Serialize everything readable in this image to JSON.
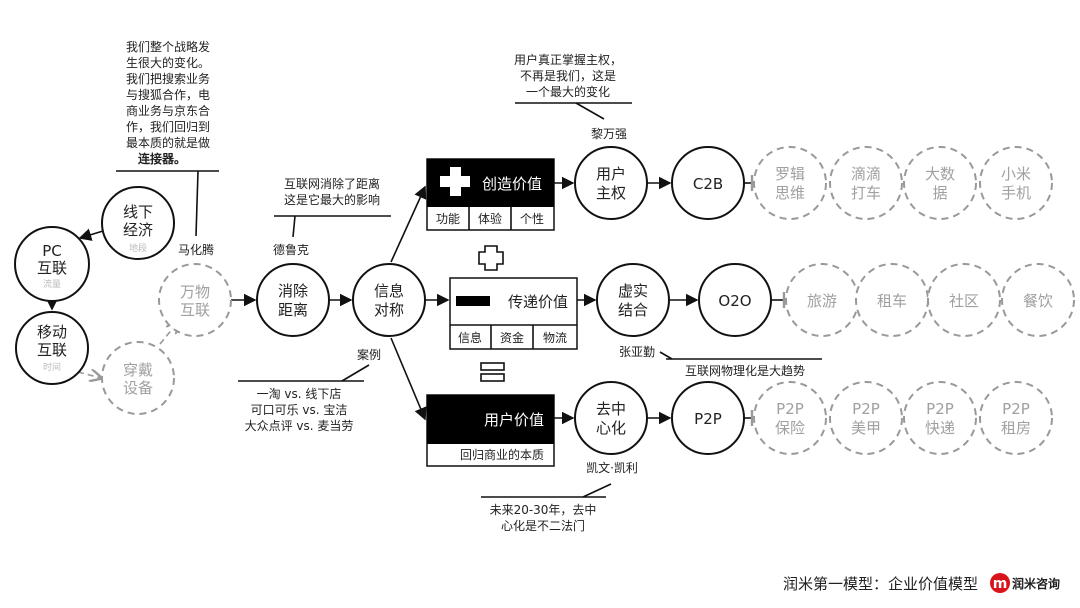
{
  "notes": {
    "mahuateng_quote": [
      "我们整个战略发",
      "生很大的变化。",
      "我们把搜索业务",
      "与搜狐合作，电",
      "商业务与京东合",
      "作，我们回归到",
      "最本质的就是做"
    ],
    "mahuateng_quote_bold": "连接器。",
    "mahuateng": "马化腾",
    "drucker_quote": [
      "互联网消除了距离",
      "这是它最大的影响"
    ],
    "drucker": "德鲁克",
    "case_label": "案例",
    "cases": [
      "一淘 vs. 线下店",
      "可口可乐 vs. 宝洁",
      "大众点评 vs. 麦当劳"
    ],
    "li_quote": [
      "用户真正掌握主权，",
      "不再是我们，这是",
      "一个最大的变化"
    ],
    "li": "黎万强",
    "zhang": "张亚勤",
    "zhang_quote": "互联网物理化是大趋势",
    "kelly": "凯文·凯利",
    "kelly_quote": [
      "未来20-30年，去中",
      "心化是不二法门"
    ]
  },
  "left_nodes": {
    "pc": {
      "l1": "PC",
      "l2": "互联",
      "sub": "流量"
    },
    "offline": {
      "l1": "线下",
      "l2": "经济",
      "sub": "地段"
    },
    "mobile": {
      "l1": "移动",
      "l2": "互联",
      "sub": "时间"
    },
    "iot": {
      "l1": "万物",
      "l2": "互联"
    },
    "wearable": {
      "l1": "穿戴",
      "l2": "设备"
    },
    "distance": {
      "l1": "消除",
      "l2": "距离"
    },
    "info": {
      "l1": "信息",
      "l2": "对称"
    }
  },
  "boxes": {
    "create": {
      "title": "创造价值",
      "cells": [
        "功能",
        "体验",
        "个性"
      ]
    },
    "deliver": {
      "title": "传递价值",
      "cells": [
        "信息",
        "资金",
        "物流"
      ]
    },
    "user": {
      "title": "用户价值",
      "footer": "回归商业的本质"
    }
  },
  "rows": [
    {
      "n1": [
        "用户",
        "主权"
      ],
      "n2": "C2B",
      "examples": [
        [
          "罗辑",
          "思维"
        ],
        [
          "滴滴",
          "打车"
        ],
        [
          "大数",
          "据"
        ],
        [
          "小米",
          "手机"
        ]
      ]
    },
    {
      "n1": [
        "虚实",
        "结合"
      ],
      "n2": "O2O",
      "examples": [
        [
          "旅游"
        ],
        [
          "租车"
        ],
        [
          "社区"
        ],
        [
          "餐饮"
        ]
      ]
    },
    {
      "n1": [
        "去中",
        "心化"
      ],
      "n2": "P2P",
      "examples": [
        [
          "P2P",
          "保险"
        ],
        [
          "P2P",
          "美甲"
        ],
        [
          "P2P",
          "快递"
        ],
        [
          "P2P",
          "租房"
        ]
      ]
    }
  ],
  "footer": {
    "title": "润米第一模型：企业价值模型",
    "brand": "润米咨询",
    "brand_logo_letter": "m",
    "brand_color": "#d7141a"
  }
}
